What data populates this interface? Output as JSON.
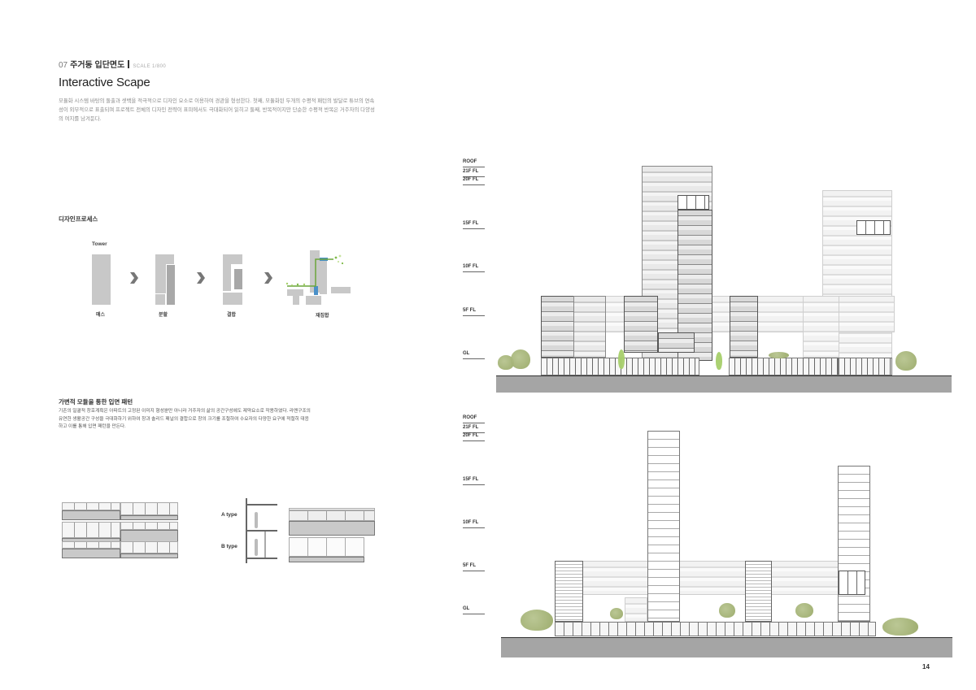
{
  "header": {
    "number": "07",
    "title": "주거동 입단면도",
    "scale": "SCALE 1/800"
  },
  "main_title": "Interactive Scape",
  "intro_paragraph": "모듈화 시스템 바탕의 돌출과 셋백을 적극적으로 디자인 요소로 이용하여 경관을 형성한다. 첫째, 모듈화된 두개의 수평적 패턴의 발달로 튜브의 연속성이 외부적으로 표출되며 프로젝트 전체의 디자인 전략이 표피에서도 극대화되어 읽히고 둘째, 반복적이지만 단순한 수평적 반복은 거주자의 다양성의 여지를 남겨둔다.",
  "design_process": {
    "title": "디자인프로세스",
    "group_label": "Tower",
    "steps": [
      {
        "label": "매스"
      },
      {
        "label": "분할"
      },
      {
        "label": "결합"
      },
      {
        "label": "재집합"
      }
    ],
    "colors": {
      "mass": "#c8c8c8",
      "mass_dark": "#a8a8a8",
      "path_green": "#6aa63a",
      "core_blue": "#4a90c8",
      "arrow": "#777777"
    }
  },
  "facade_pattern": {
    "title": "가변적 모듈을 통한 입면 패턴",
    "text": "기존의 일괄적 창호계획은 아파트의 고정된 이미지 형성뿐만 아니라 거주자의 삶의 공간구성에도 제약요소로 작용하였다. 라멘구조의 유연한 생활공간 구성을 극대화하기 위하여 창과 솔리드 패널의 결합으로 창의 크기를 조절하여 수요자의 다양한 요구에 적절히 대응하고 이를 통해 입면 패턴을 만든다.",
    "types": [
      "A type",
      "B type"
    ]
  },
  "elevation_top": {
    "levels": [
      "ROOF",
      "21F FL",
      "20F FL",
      "15F FL",
      "10F FL",
      "5F FL",
      "GL"
    ]
  },
  "elevation_bottom": {
    "levels": [
      "ROOF",
      "21F FL",
      "20F FL",
      "15F FL",
      "10F FL",
      "5F FL",
      "GL"
    ]
  },
  "page_number": "14"
}
